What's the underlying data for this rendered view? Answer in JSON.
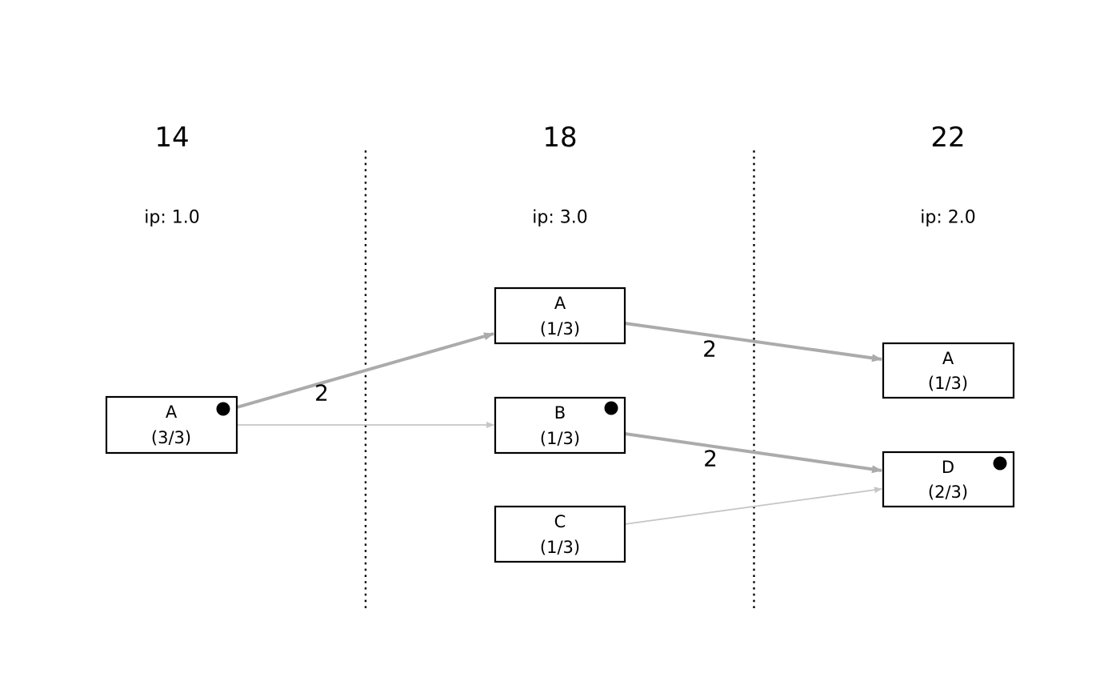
{
  "diagram": {
    "columns": [
      {
        "title": "14",
        "ip": "ip: 1.0"
      },
      {
        "title": "18",
        "ip": "ip: 3.0"
      },
      {
        "title": "22",
        "ip": "ip: 2.0"
      }
    ],
    "nodes": [
      {
        "label": "A",
        "count": "(3/3)",
        "column": "14",
        "marked": true
      },
      {
        "label": "A",
        "count": "(1/3)",
        "column": "18",
        "marked": false
      },
      {
        "label": "B",
        "count": "(1/3)",
        "column": "18",
        "marked": true
      },
      {
        "label": "C",
        "count": "(1/3)",
        "column": "18",
        "marked": false
      },
      {
        "label": "A",
        "count": "(1/3)",
        "column": "22",
        "marked": false
      },
      {
        "label": "D",
        "count": "(2/3)",
        "column": "22",
        "marked": true
      }
    ],
    "edges": [
      {
        "from": "A@14",
        "to": "A@18",
        "label": "2",
        "strength": "strong"
      },
      {
        "from": "A@14",
        "to": "B@18",
        "strength": "weak"
      },
      {
        "from": "A@18",
        "to": "A@22",
        "label": "2",
        "strength": "strong"
      },
      {
        "from": "B@18",
        "to": "D@22",
        "label": "2",
        "strength": "strong"
      },
      {
        "from": "C@18",
        "to": "D@22",
        "strength": "weak"
      }
    ]
  },
  "colors": {
    "background": "#ffffff",
    "node_border": "#000000",
    "node_fill": "#ffffff",
    "text": "#000000",
    "edge_strong": "#ababab",
    "edge_weak": "#c6c6c6",
    "marker_dot": "#000000",
    "divider": "#000000"
  }
}
